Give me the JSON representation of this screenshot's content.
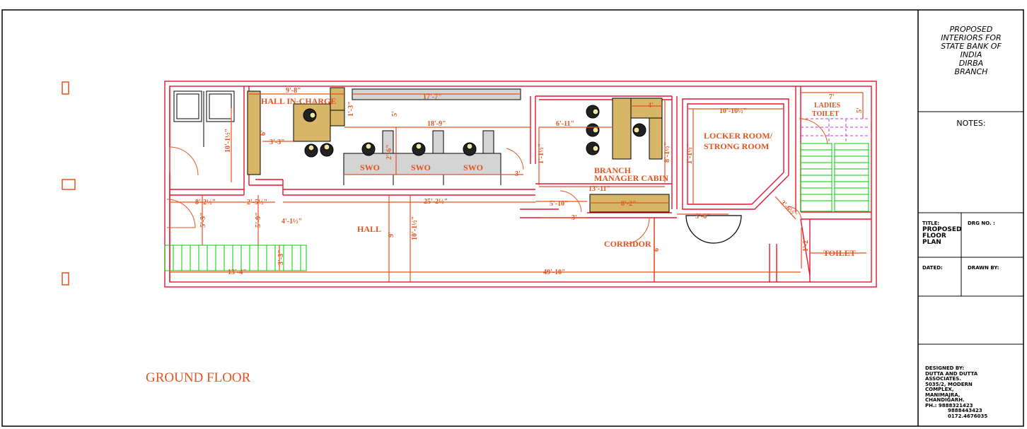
{
  "title_block": {
    "project_lines": [
      "PROPOSED",
      "INTERIORS FOR",
      "STATE BANK OF",
      "INDIA",
      "DIRBA",
      "BRANCH"
    ],
    "notes_label": "NOTES:",
    "title_label": "TITLE:",
    "title_lines": [
      "PROPOSED",
      "FLOOR",
      "PLAN"
    ],
    "drg_no_label": "DRG NO. :",
    "dated_label": "DATED:",
    "drawn_by_label": "DRAWN BY:",
    "designer_lines": [
      "DESIGNED BY:",
      "DUTTA AND DUTTA",
      "ASSOCIATES.",
      "5035/2, MODERN",
      "COMPLEX,",
      "MANIMAJRA,",
      "CHANDIGARH.",
      "PH.: 9888321423",
      "9888443423",
      "0172.4676035"
    ]
  },
  "drawing": {
    "floor_label": "GROUND FLOOR",
    "rooms": {
      "hall_in_charge": "HALL IN-CHARGE",
      "swo": "SWO",
      "hall": "HALL",
      "branch_manager_line1": "BRANCH",
      "branch_manager_line2": "MANAGER CABIN",
      "corridor": "CORRIDOR",
      "locker_line1": "LOCKER ROOM/",
      "locker_line2": "STRONG ROOM",
      "ladies_line1": "LADIES",
      "ladies_line2": "TOILET",
      "toilet": "TOILET"
    },
    "dimensions": {
      "d_9_8": "9'-8\"",
      "d_17_7": "17'-7\"",
      "d_1_3": "1'-3\"",
      "d_18_9": "18'-9\"",
      "d_3_3": "3'-3\"",
      "d_10_1_half": "10'-1½\"",
      "d_6_11": "6'-11\"",
      "d_4": "4'",
      "d_10_10_half": "10'-10½\"",
      "d_7": "7'",
      "d_5": "5'",
      "d_1_1_half": "1'-1½\"",
      "d_8_1_half": "8'-1½\"",
      "d_3": "3'",
      "d_13_11": "13'-11\"",
      "d_8_2_half": "8'-2½\"",
      "d_2_5_half": "2'-5½\"",
      "d_25_2_half": "25'-2½\"",
      "d_5_10": "5'-10\"",
      "d_8_2": "8'-2\"",
      "d_3_6": "3'-6\"",
      "d_3_6_half": "3'-6½\"",
      "d_4_1_half": "4'-1½\"",
      "d_5_9": "5'-9\"",
      "d_10_1_half_b": "10'-1½\"",
      "d_9": "9'",
      "d_6": "6'",
      "d_13_4": "13'-4\"",
      "d_3_3b": "3'-3\"",
      "d_49_10": "49'-10\"",
      "d_1_2": "1'-2\"",
      "d_6b": "6'",
      "d_2_6": "2'-6\"",
      "d_5b": "5'"
    }
  },
  "colors": {
    "wall": "#e8132e",
    "dimension": "#e2541e",
    "furniture": "#d7b668",
    "counter": "#d4d4d4",
    "stairs": "#00cc00",
    "fixtures": "#cc33cc",
    "frame": "#000000"
  }
}
